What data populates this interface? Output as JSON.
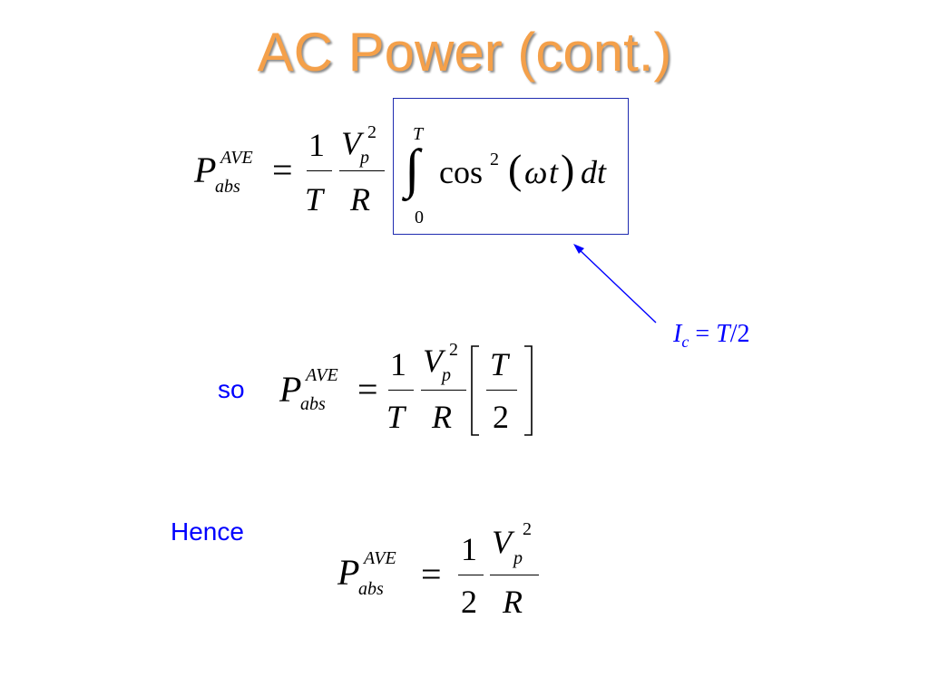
{
  "slide": {
    "title": "AC Power (cont.)",
    "so_label": "so",
    "hence_label": "Hence"
  },
  "annotation": {
    "ic_I": "I",
    "ic_sub": "c",
    "ic_rest": " = ",
    "ic_T": "T",
    "ic_slash": "/",
    "ic_2": "2"
  },
  "eq1": {
    "P": "P",
    "sup": "AVE",
    "sub": "abs",
    "eq": "=",
    "num1": "1",
    "den1": "T",
    "numV": "V",
    "numVsub": "p",
    "numVsup": "2",
    "denR": "R",
    "int_upper": "T",
    "int_lower": "0",
    "integral": "∫",
    "cos": "cos",
    "cos_sup": "2",
    "lparen": "(",
    "omega": "ω",
    "t": "t",
    "rparen": ")",
    "dt": "dt"
  },
  "eq2": {
    "P": "P",
    "sup": "AVE",
    "sub": "abs",
    "eq": "=",
    "num1": "1",
    "den1": "T",
    "numV": "V",
    "numVsub": "p",
    "numVsup": "2",
    "denR": "R",
    "bracket_num": "T",
    "bracket_den": "2"
  },
  "eq3": {
    "P": "P",
    "sup": "AVE",
    "sub": "abs",
    "eq": "=",
    "num1": "1",
    "den1": "2",
    "numV": "V",
    "numVsub": "p",
    "numVsup": "2",
    "denR": "R"
  },
  "colors": {
    "title": "#f4a04a",
    "labels": "#0000ff",
    "box": "#1f2bb0",
    "arrow": "#0000ff"
  }
}
